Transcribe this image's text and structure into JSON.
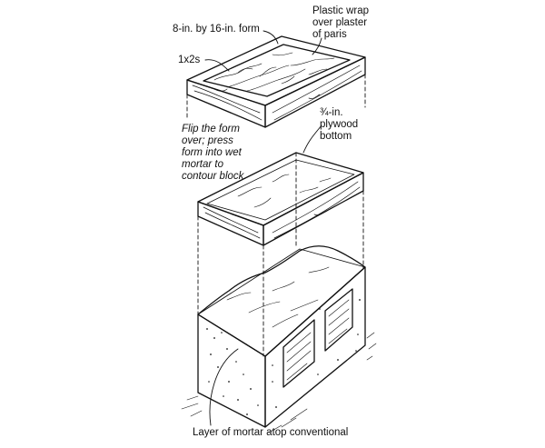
{
  "labels": {
    "form_size": "8-in. by 16-in. form",
    "plastic_wrap": "Plastic wrap\nover plaster\nof paris",
    "lumber": "1x2s",
    "plywood": "¾-in.\nplywood\nbottom",
    "flip_instruction": "Flip the form\nover; press\nform into wet\nmortar to\ncontour block.",
    "mortar_layer": "Layer of mortar atop conventional"
  },
  "colors": {
    "ink": "#111111",
    "paper": "#ffffff"
  }
}
